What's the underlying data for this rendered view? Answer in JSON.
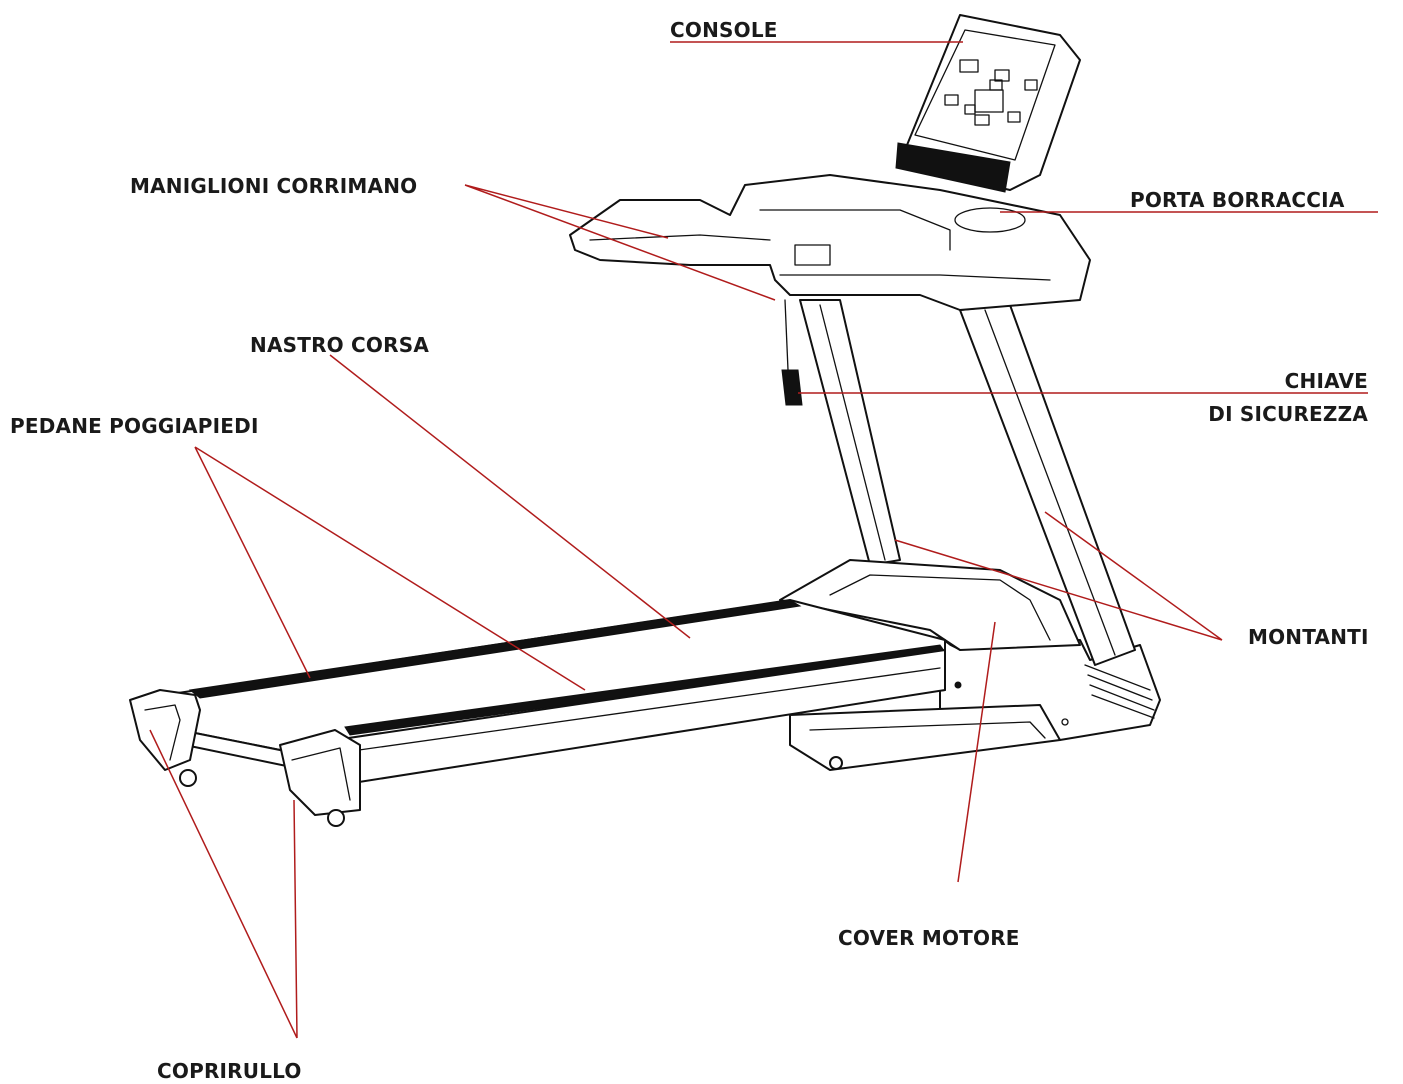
{
  "labels": {
    "console": "CONSOLE",
    "maniglioni": "MANIGLIONI CORRIMANO",
    "porta_borraccia": "PORTA BORRACCIA",
    "nastro": "NASTRO CORSA",
    "chiave_1": "CHIAVE",
    "chiave_2": "DI SICUREZZA",
    "pedane": "PEDANE POGGIAPIEDI",
    "montanti": "MONTANTI",
    "cover_motore": "COVER MOTORE",
    "coprirullo": "COPRIRULLO"
  },
  "colors": {
    "leader_line": "#b01c1c",
    "drawing": "#111111",
    "label_text": "#1a1a1a"
  }
}
